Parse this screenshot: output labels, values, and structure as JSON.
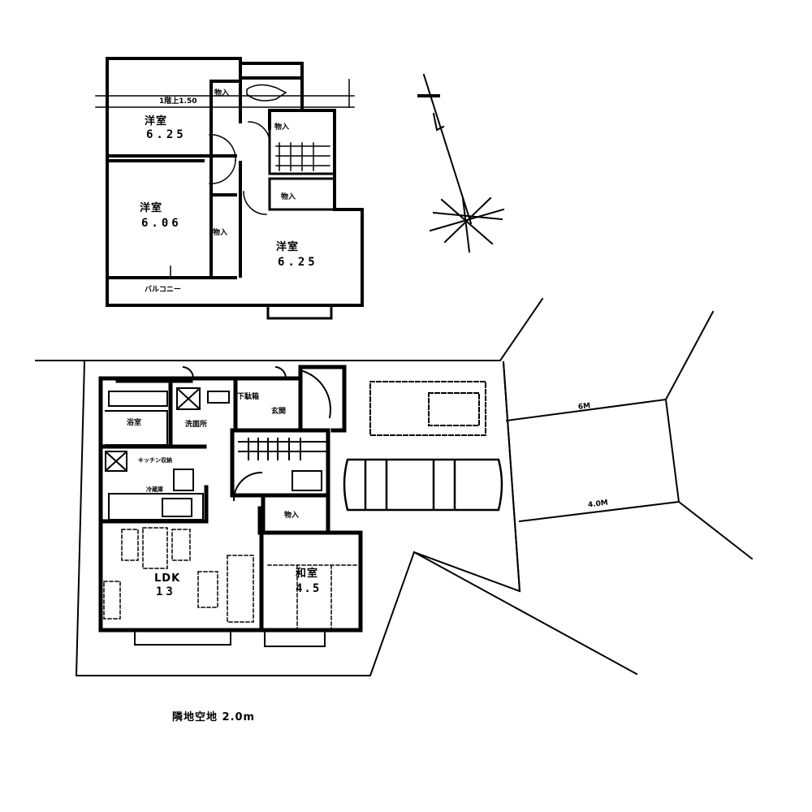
{
  "floor2": {
    "rooms": [
      {
        "name": "洋室",
        "size": "6.25"
      },
      {
        "name": "洋室",
        "size": "6.06"
      },
      {
        "name": "洋室",
        "size": "6.25"
      }
    ],
    "closets": [
      "物入",
      "物入",
      "物入",
      "物入"
    ],
    "balcony": "バルコニー",
    "note": "1階上1.50"
  },
  "floor1": {
    "ldk": {
      "name": "LDK",
      "size": "13"
    },
    "washitsu": {
      "name": "和室",
      "size": "4.5"
    },
    "bath": "浴室",
    "washroom": "洗面所",
    "entrance": "玄関",
    "shoe_box": "下駄箱",
    "closet": "物入",
    "kitchen_storage": "キッチン収納",
    "fridge": "冷蔵庫"
  },
  "site": {
    "caption": "隣地空地 2.0m",
    "road_upper": "6M",
    "road_lower": "4.0M"
  }
}
